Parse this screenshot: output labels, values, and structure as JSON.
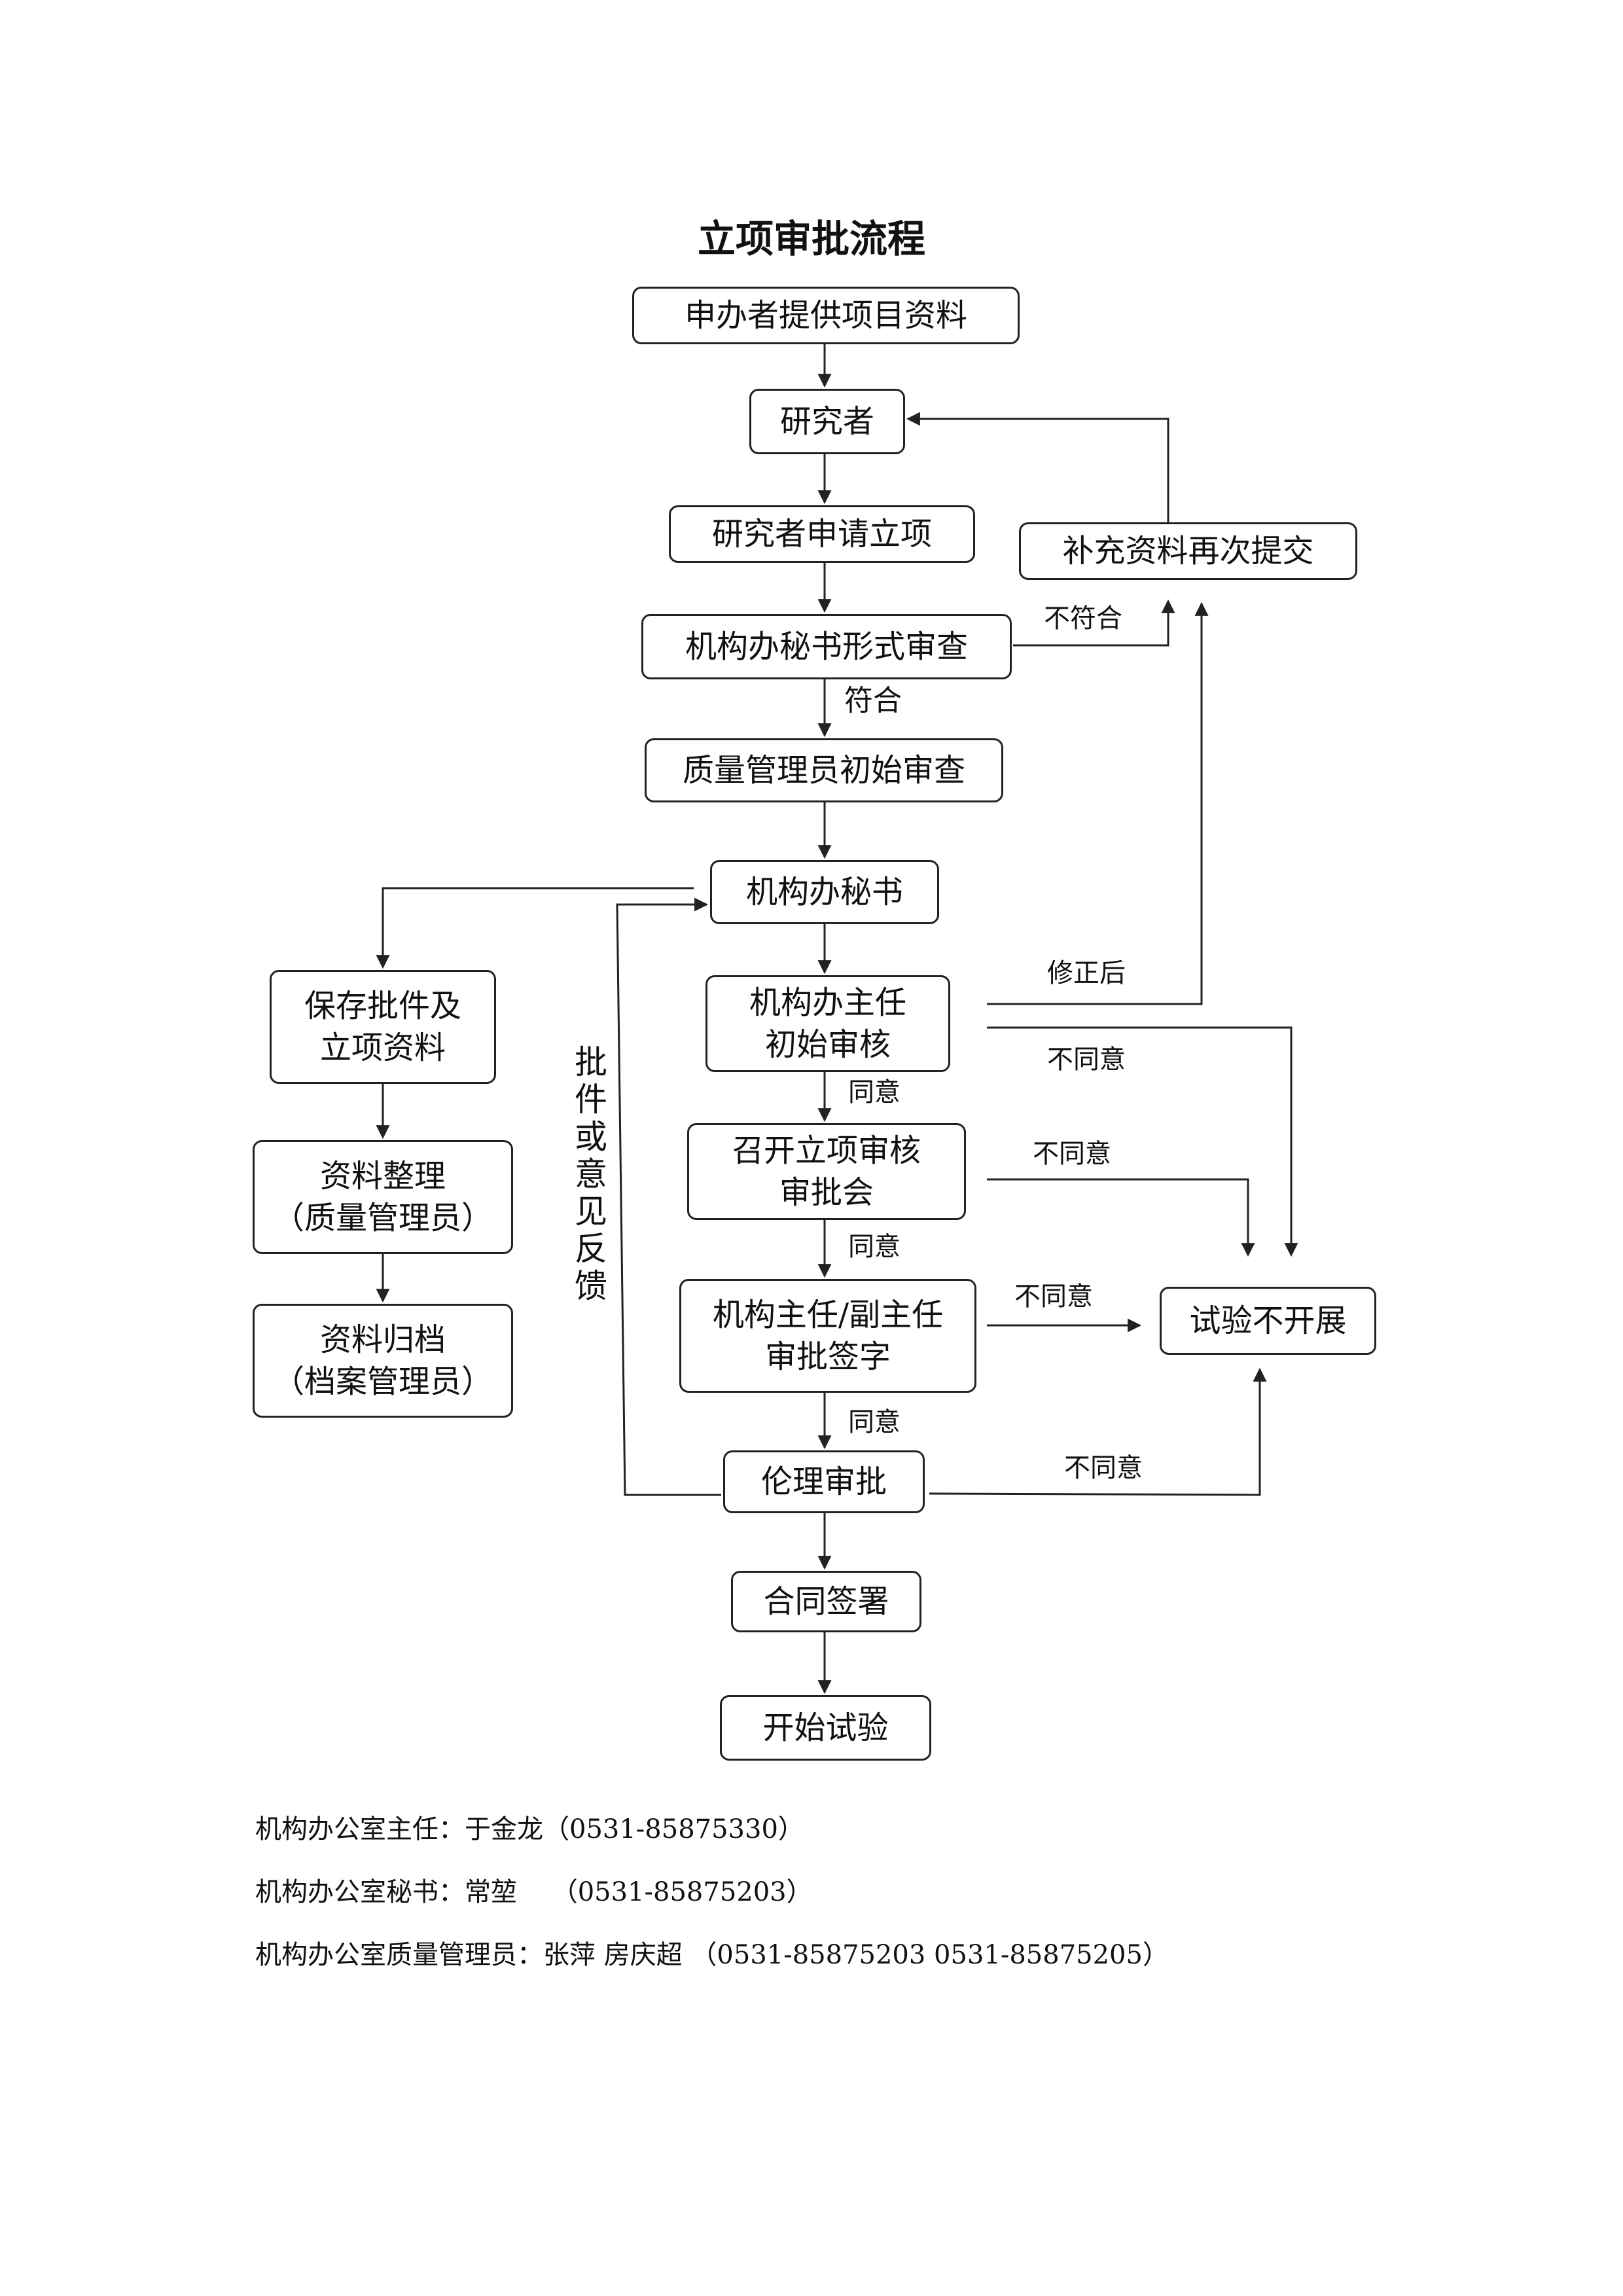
{
  "title": "立项审批流程",
  "nodes": {
    "submit": "申办者提供项目资料",
    "researcher": "研究者",
    "apply": "研究者申请立项",
    "formal_review": "机构办秘书形式审查",
    "supplement": "补充资料再次提交",
    "qm_review": "质量管理员初始审查",
    "secretary": "机构办秘书",
    "director_review": "机构办主任\n初始审核",
    "meeting": "召开立项审核\n审批会",
    "sign": "机构主任/副主任\n审批签字",
    "ethics": "伦理审批",
    "contract": "合同签署",
    "start": "开始试验",
    "not_carried": "试验不开展",
    "save": "保存批件及\n立项资料",
    "organize": "资料整理\n（质量管理员）",
    "archive": "资料归档\n（档案管理员）"
  },
  "labels": {
    "not_conform": "不符合",
    "conform": "符合",
    "after_correction": "修正后",
    "disagree_1": "不同意",
    "agree_1": "同意",
    "disagree_2": "不同意",
    "agree_2": "同意",
    "disagree_3": "不同意",
    "agree_3": "同意",
    "disagree_4": "不同意",
    "feedback_vertical": "批件或意见反馈"
  },
  "footer": {
    "line1": "机构办公室主任：于金龙（0531-85875330）",
    "line2": "机构办公室秘书：常堃　 （0531-85875203）",
    "line3": "机构办公室质量管理员：张萍 房庆超 （0531-85875203 0531-85875205）"
  }
}
